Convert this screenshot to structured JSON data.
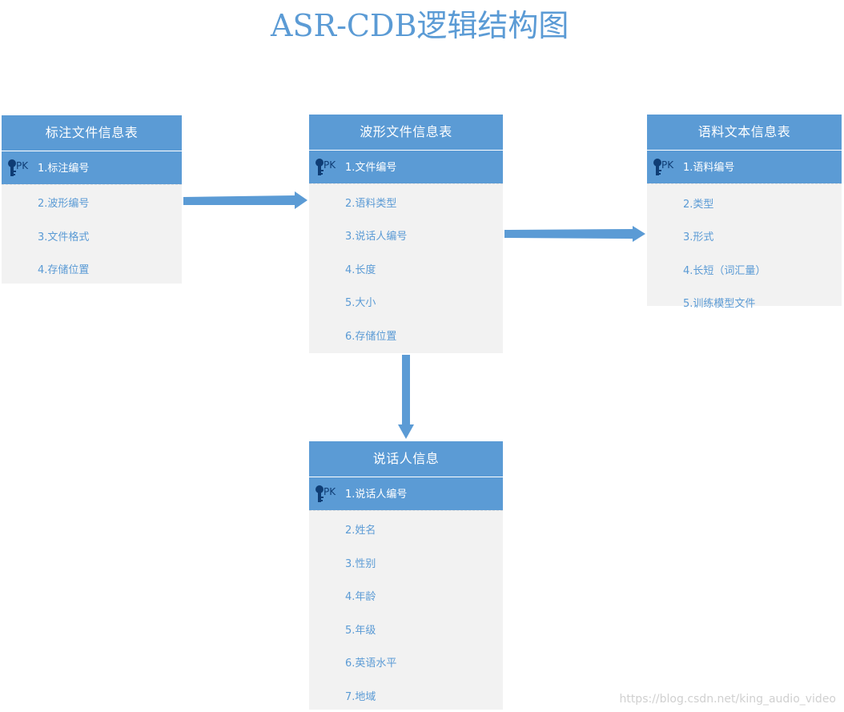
{
  "title": "ASR-CDB逻辑结构图",
  "pk_label": "PK",
  "tables": {
    "annotation": {
      "name": "标注文件信息表",
      "fields": [
        "1.标注编号",
        "2.波形编号",
        "3.文件格式",
        "4.存储位置"
      ]
    },
    "waveform": {
      "name": "波形文件信息表",
      "fields": [
        "1.文件编号",
        "2.语料类型",
        "3.说话人编号",
        "4.长度",
        "5.大小",
        "6.存储位置"
      ]
    },
    "corpus_text": {
      "name": "语料文本信息表",
      "fields": [
        "1.语料编号",
        "2.类型",
        "3.形式",
        "4.长短（词汇量）",
        "5.训练模型文件"
      ]
    },
    "speaker": {
      "name": "说话人信息",
      "fields": [
        "1.说话人编号",
        "2.姓名",
        "3.性别",
        "4.年龄",
        "5.年级",
        "6.英语水平",
        "7.地域"
      ]
    }
  },
  "watermark": "https://blog.csdn.net/king_audio_video",
  "colors": {
    "header": "#5b9bd5",
    "body": "#f2f2f2",
    "arrow": "#5b9bd5",
    "field_text": "#5b9bd5",
    "pk_text": "#0f3d75"
  }
}
